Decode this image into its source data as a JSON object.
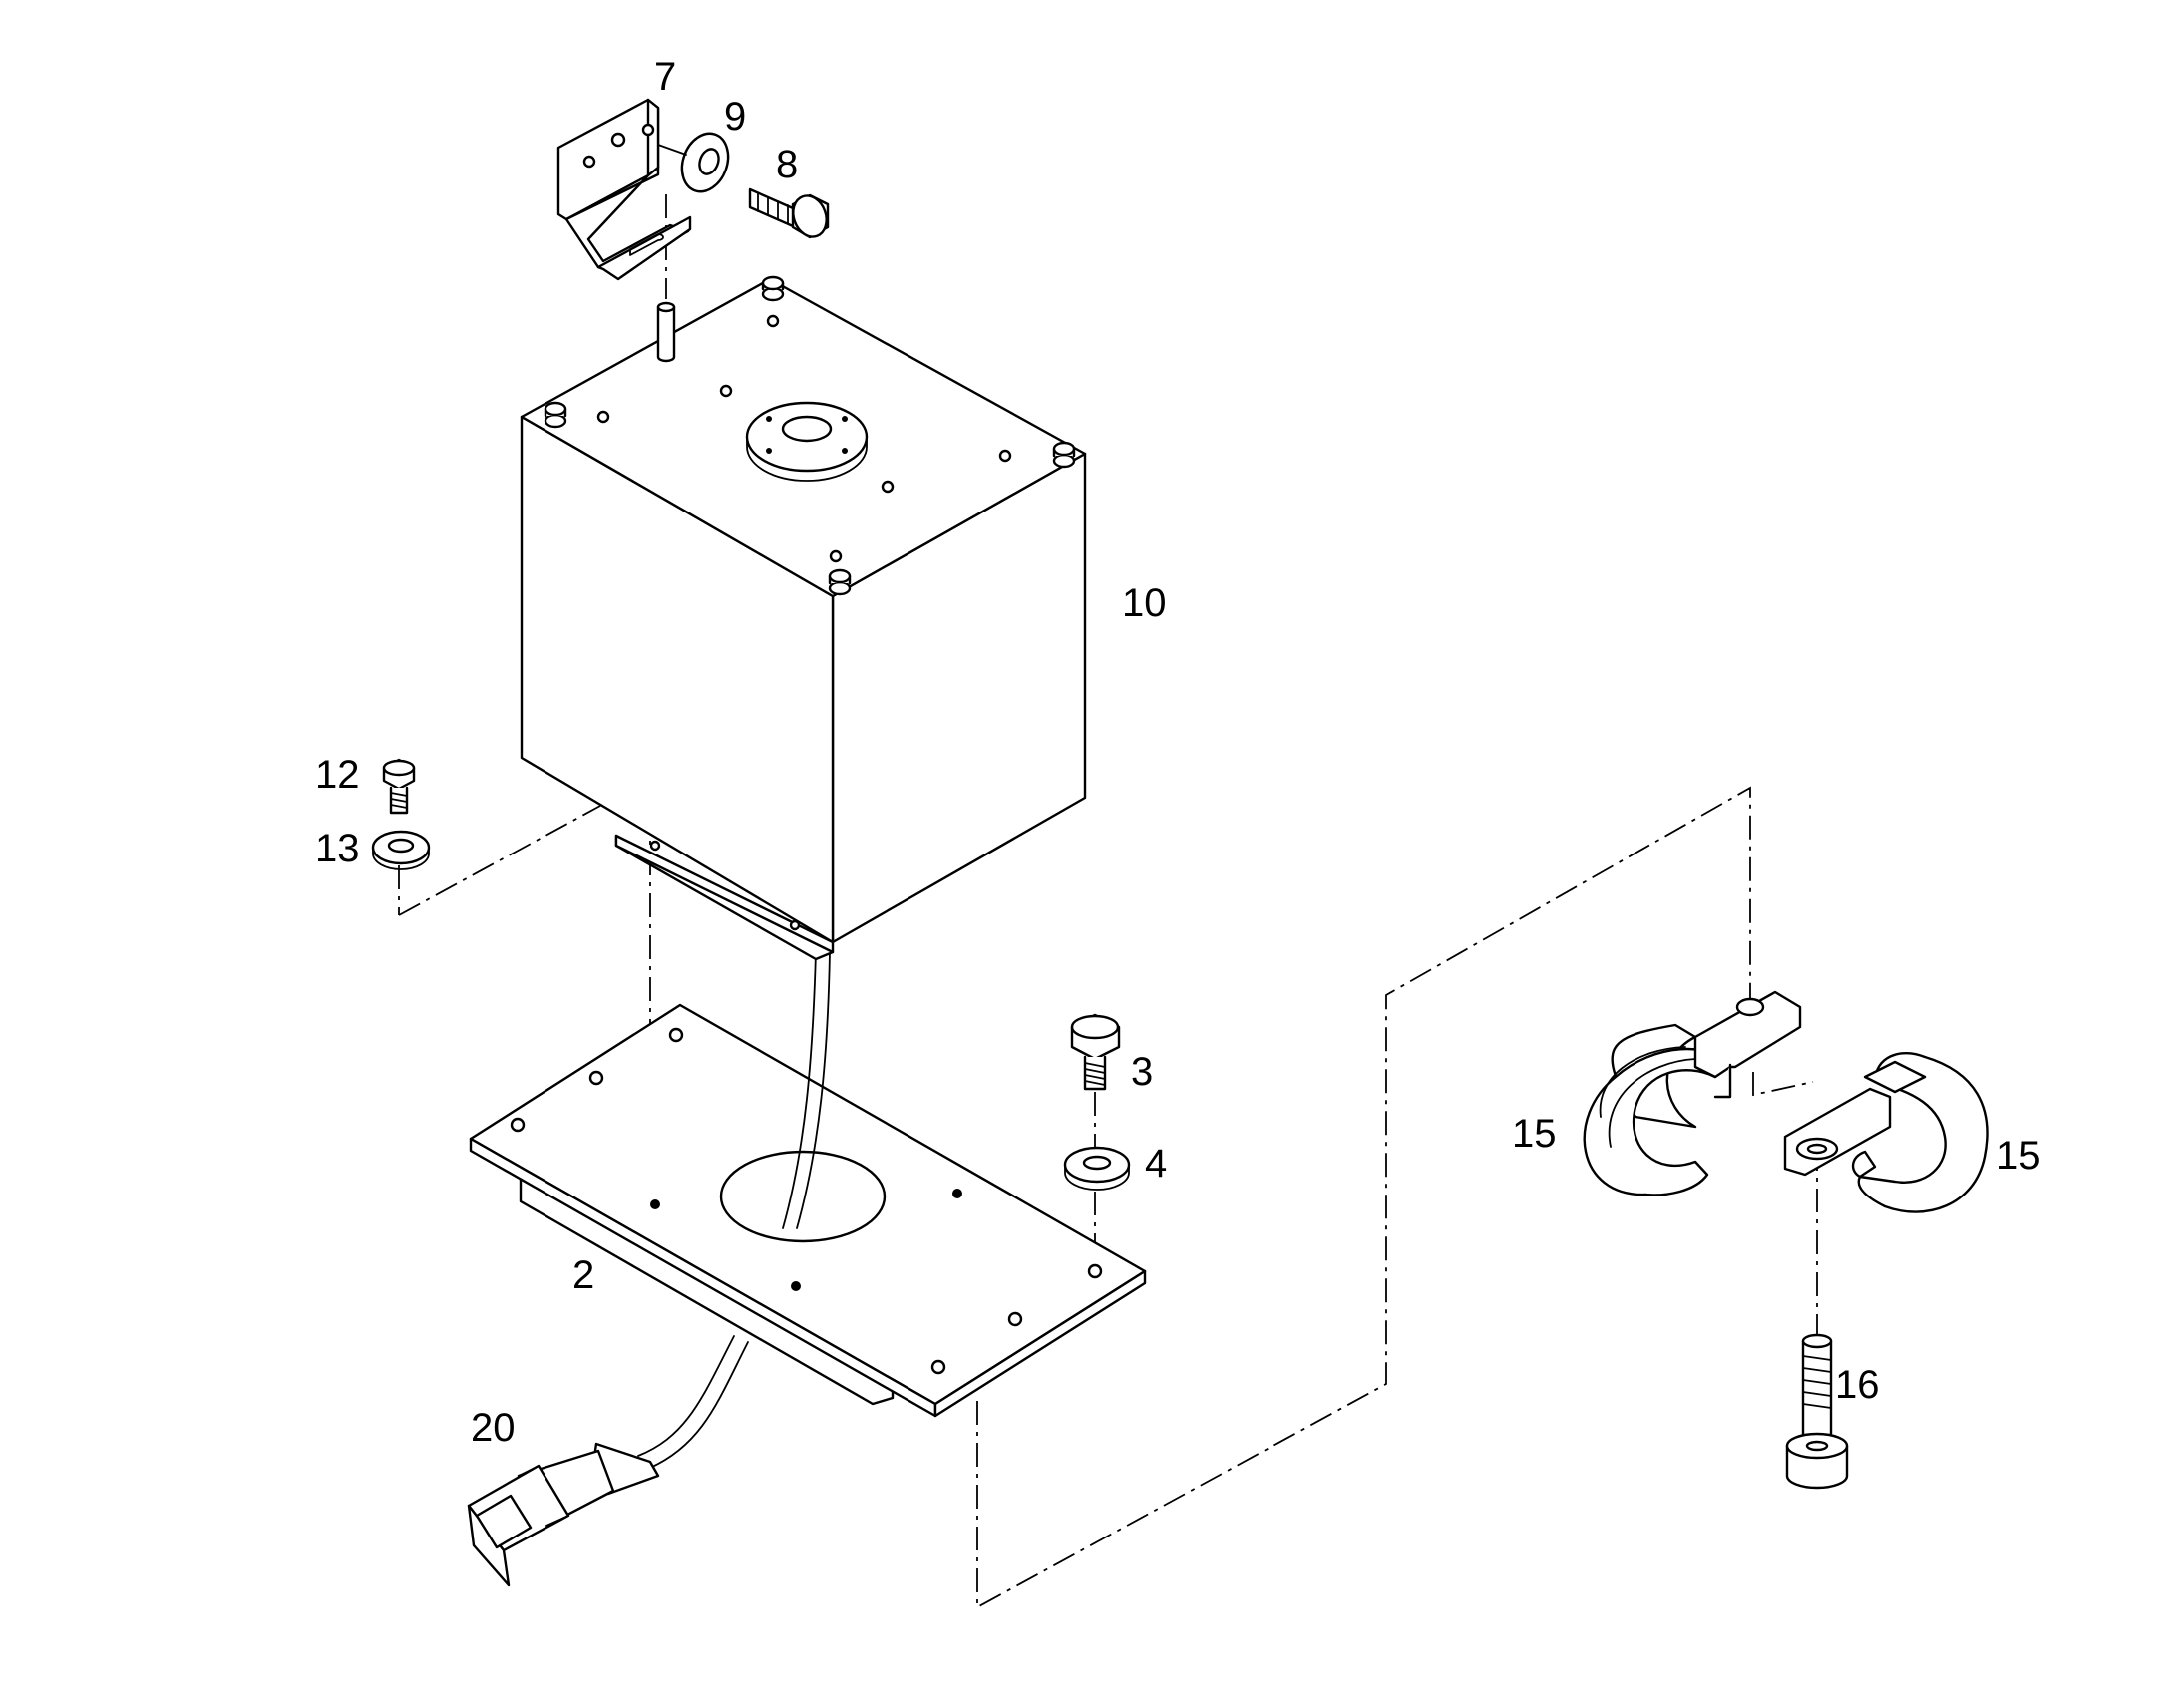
{
  "callouts": {
    "c2": "2",
    "c3": "3",
    "c4": "4",
    "c7": "7",
    "c8": "8",
    "c9": "9",
    "c10": "10",
    "c12": "12",
    "c13": "13",
    "c15a": "15",
    "c15b": "15",
    "c16": "16",
    "c20": "20"
  },
  "colors": {
    "line": "#000000",
    "background": "#ffffff"
  }
}
